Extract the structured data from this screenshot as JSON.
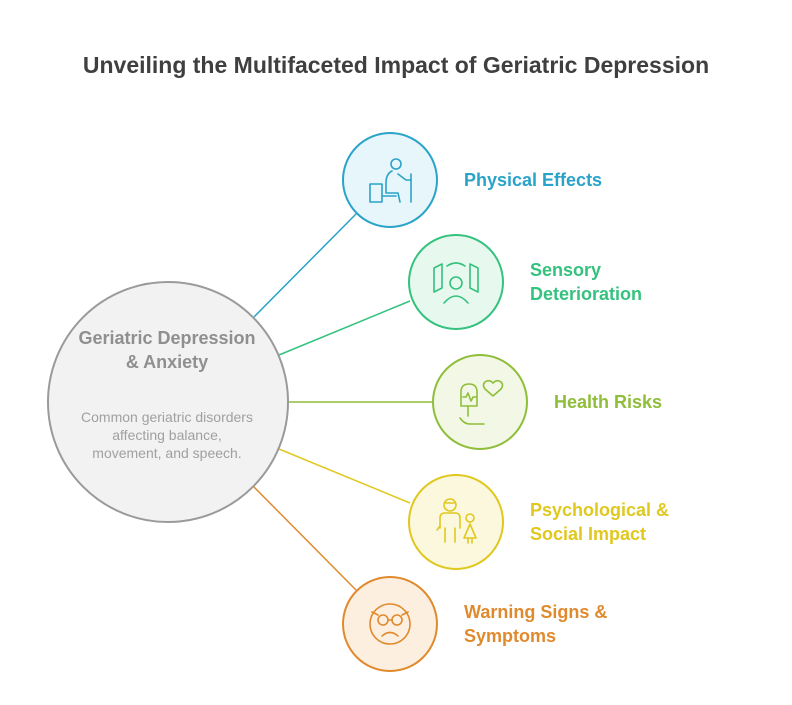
{
  "title": "Unveiling the Multifaceted Impact of Geriatric Depression",
  "center": {
    "title": "Geriatric Depression & Anxiety",
    "description": "Common geriatric disorders affecting balance, movement, and speech."
  },
  "branches": [
    {
      "label": "Physical Effects",
      "icon": "person-with-walker-icon",
      "color": "#2aa3c8",
      "fill": "#e6f6fb"
    },
    {
      "label": "Sensory Deterioration",
      "icon": "person-in-frame-icon",
      "color": "#34c27e",
      "fill": "#e7f8ee"
    },
    {
      "label": "Health Risks",
      "icon": "thermometer-heart-icon",
      "color": "#8fbe3a",
      "fill": "#f2f8e5"
    },
    {
      "label": "Psychological & Social Impact",
      "icon": "elder-and-child-icon",
      "color": "#e0c81f",
      "fill": "#fcf8dd"
    },
    {
      "label": "Warning Signs & Symptoms",
      "icon": "sad-face-glasses-icon",
      "color": "#e08a2e",
      "fill": "#fcefe0"
    }
  ]
}
